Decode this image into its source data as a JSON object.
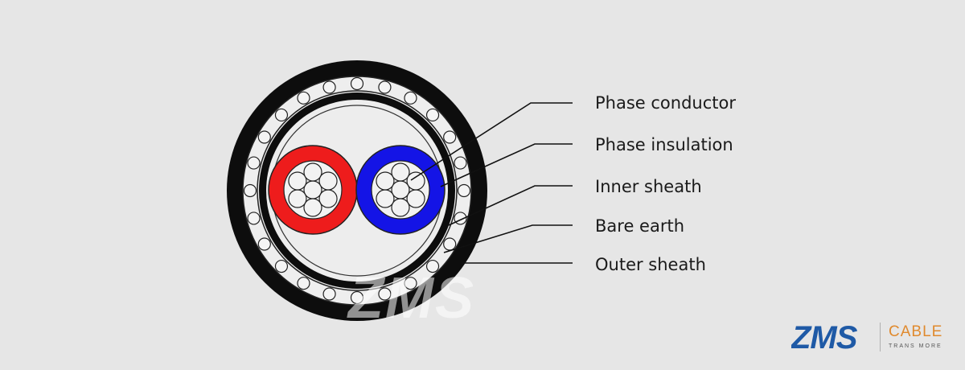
{
  "labels": [
    {
      "id": "phase-conductor",
      "text": "Phase conductor"
    },
    {
      "id": "phase-insulation",
      "text": "Phase insulation"
    },
    {
      "id": "inner-sheath",
      "text": "Inner sheath"
    },
    {
      "id": "bare-earth",
      "text": "Bare earth"
    },
    {
      "id": "outer-sheath",
      "text": "Outer sheath"
    }
  ],
  "watermark": "ZMS",
  "brand": {
    "mark": "ZMS",
    "name": "CABLE",
    "tagline": "TRANS MORE"
  },
  "colors": {
    "background": "#e6e6e6",
    "outer_sheath": "#0d0d0d",
    "inner_sheath": "#0d0d0d",
    "earth_band": "#eeeeee",
    "filler": "#ededed",
    "phase_insulation_left": "#ee1c1c",
    "phase_insulation_right": "#1414e6",
    "conductor_strand": "#f2f2f2",
    "brand_blue": "#1f5aa6",
    "brand_orange": "#e08a2e"
  }
}
